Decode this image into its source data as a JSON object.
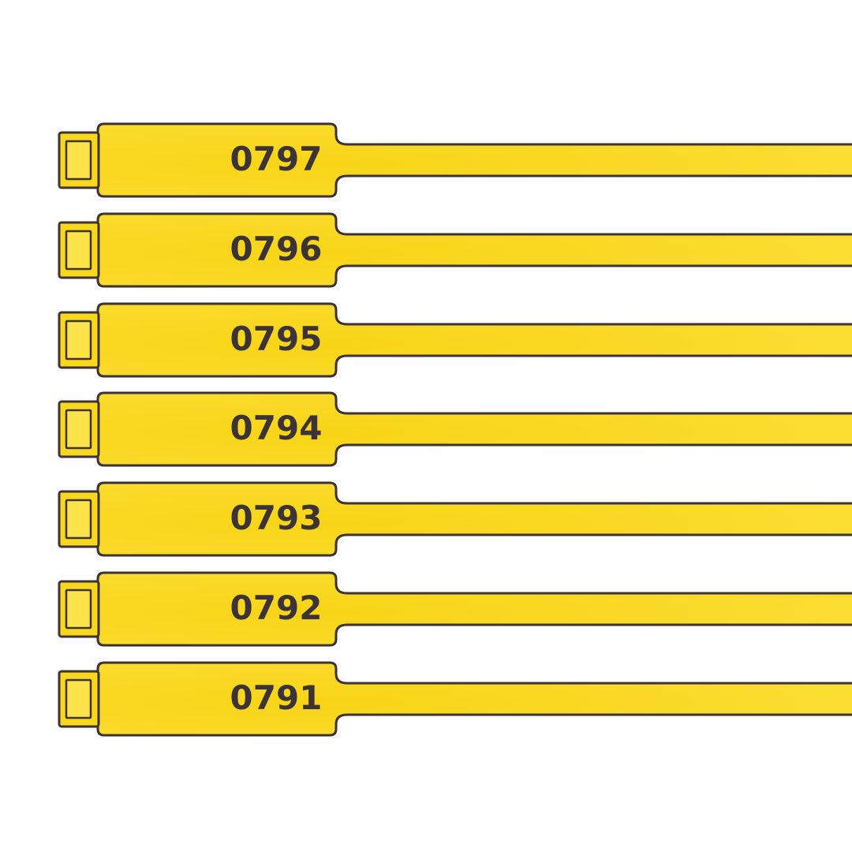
{
  "colors": {
    "background": "#ffffff",
    "tag_fill": "#f9d71c",
    "tag_fill_light": "#fce34a",
    "outline": "#3b3335",
    "number_text": "#3b3335"
  },
  "icons": {
    "buckle": "buckle-slot-icon"
  },
  "tags": [
    {
      "number": "0797"
    },
    {
      "number": "0796"
    },
    {
      "number": "0795"
    },
    {
      "number": "0794"
    },
    {
      "number": "0793"
    },
    {
      "number": "0792"
    },
    {
      "number": "0791"
    }
  ]
}
